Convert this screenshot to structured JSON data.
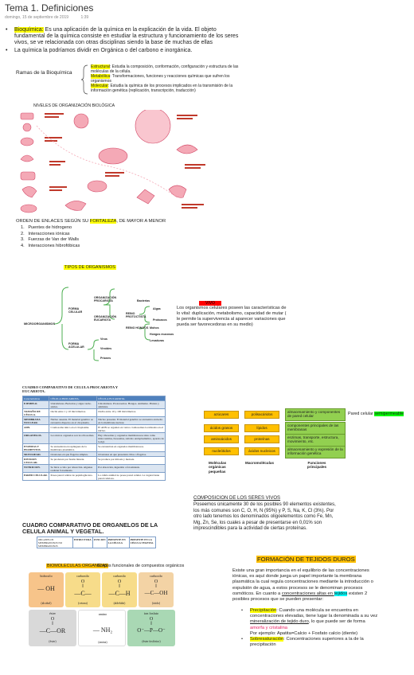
{
  "header": {
    "title": "Tema 1. Definiciones",
    "date": "domingo, 15 de septiembre de 2019",
    "time": "1:39"
  },
  "bullets": {
    "b1_term": "Bioquímica:",
    "b1_text": " Es una aplicación de la química en la explicación de la vida. El objeto fundamental de la química consiste en estudiar la estructura y funcionamiento de los seres vivos, se ve relacionada con otras disciplinas siendo la base de muchas de ellas",
    "b2_text": "La química la podríamos dividir en Orgánica o del carbono e inorgánica."
  },
  "ramas": {
    "label": "Ramas de la Bioquímica",
    "r1_term": "Estructural",
    "r1_text": ": Estudia la composición, conformación, configuración y estructura de las moléculas de la célula.",
    "r2_term": "Metabólica",
    "r2_text": ": Transformaciones, funciones y reacciones químicas que sufren los organismos",
    "r3_term": "Molecular",
    "r3_text": ": Estudia la química de los procesos implicados en la transmisión de la información genética (replicación, transcripción, traducción)"
  },
  "niveles": {
    "title": "NIVELES DE ORGANIZACIÓN BIOLÓGICA"
  },
  "enlaces": {
    "title_pre": "ORDEN DE ENLACES SEGÚN SU ",
    "title_hl": "FORTALEZA",
    "title_post": ", DE MAYOR A MENOR",
    "items": [
      "Puentes de hidrogeno",
      "Interacciones iónicas",
      "Fuerzas de Van der Walls",
      "Interacciones hibrofóbicas"
    ]
  },
  "tipos": {
    "title": "TIPOS DE ORGANISMOS",
    "root": "MICROORGANISMOS",
    "celular": "FORMA CELULAR",
    "acelular": "FORMA ACELULAR",
    "procariota": "ORGANIZACIÓN PROCARIOTA",
    "eucariota": "ORGANIZACIÓN EUCARIOTA",
    "bacterias": "Bacterias",
    "protoctista": "REINO PROTOCTISTA",
    "hongos": "REINO HONGOS",
    "algas": "Algas",
    "protozoos": "Protozoos",
    "mohos": "Mohos",
    "hongos_mucosos": "Hongos mucosos",
    "levaduras": "Levaduras",
    "virus": "Virus",
    "viroides": "Viroides",
    "priones": "Priones"
  },
  "vivo": {
    "label": "VIVO",
    "text": "Los organismos celulares poseen las características de lo vital: duplicación, metabolismo, capacidad de mutar ( le permite la supervivencia al aparecer variaciones que pueda ser favorecedoras en su medio)"
  },
  "cuadro": {
    "title": "CUADRO COMPARATIVO DE CELULA PROCARIOTA Y EUCARIOTA.",
    "headers": [
      "Características",
      "CÉLULA PROCARIOTA.",
      "CÉLULA EUCARIOTA."
    ],
    "rows": [
      [
        "EJEMPLO.",
        "Unicelulares. Bacterias y algas verde-azules.",
        "Unicelulares. Protozoarios. Hongos. Animales. Plantas y animales."
      ],
      [
        "TAMAÑO DE CÉLULA.",
        "Oscila entre 1 y 10 micrómetros.",
        "Oscila entre 10 y 100 micrómetros."
      ],
      [
        "MEMBRANA NUCLEAR.",
        "Núcleo ausente. El material genético se encuentra disperso en el citoplasma.",
        "Núcleo presente. El material genético se encuentra envuelto en la membrana nuclear."
      ],
      [
        "ADN.",
        "Cromosoma único en el citoplasma.",
        "El ADN se organiza en varios cromosomas localizados en el núcleo."
      ],
      [
        "ORGANELOS.",
        "Los únicos organelos son los ribosomas.",
        "Hay ribosomas y organelos membranosos tales como mitocondrias, lisosomas, retículo endoplasmático, aparato de Golgi."
      ],
      [
        "ENZIMAS Y PIGMENTOS.",
        "Se encuentran en repliegues de la membrana plasmática.",
        "Se encuentran en organelos membranosos."
      ],
      [
        "MOVILIDAD.",
        "Ocasiones en que flagelos simples.",
        "Ocasiones en que presentan cilios o flagelos."
      ],
      [
        "DIVISION CELULAR.",
        "Se producen por fusión binaria.",
        "Se produce por mitosis y meiosis."
      ],
      [
        "NUTRICION.",
        "Se lleva a cabo por absorción. Algunas realizan fotosíntesis.",
        "Por absorción, ingestión o fotosíntesis."
      ],
      [
        "PARED CELULAR.",
        "Posee pared celular de peptidoglucano.",
        "La célula animal no posee pared celular. La vegetal tiene pared celulosa."
      ]
    ],
    "title2": "CUADRO COMPARATIVO DE ORGANELOS DE LA CELULA ANIMAL Y VEGETAL.",
    "headers2": [
      "ORGANELOS MEMBRANOSOS NO MEMBRANOSOS",
      "ESTRUCTURA",
      "FUNCION",
      "PRESENTE EN LA CÉLULA",
      "PRESENTE EN LA CÉLULA VEGETAL"
    ]
  },
  "moleculas": {
    "rows": [
      [
        "azúcares",
        "polisacáridos",
        "almacenamiento y componentes de pared celular"
      ],
      [
        "ácidos grasos",
        "lípidos",
        "componentes principales de las membranas"
      ],
      [
        "aminoácidos",
        "proteínas",
        "enzimas, transporte, estructura, movimiento, etc."
      ],
      [
        "nucleótidos",
        "ácidos nucleicos",
        "almacenamiento y expresión de la información genética"
      ]
    ],
    "col1": "Moléculas orgánicas pequeñas",
    "col2": "Macromoléculas",
    "col3": "Funciones principales",
    "pared_pre": "Pared celular ",
    "pared_hl": "semipermeable"
  },
  "composicion": {
    "title": "COMPOSICION DE LOS SERES VIVOS",
    "text": "Poseemos únicamente 30 de los posibles 90 elementos existentes, los más comunes son C, O, H, N (95%) y P, S, Na, K, Cl (3%). Por otro lado tenemos los denominados oligoelementos como Fe, Mn, Mg, Zn, Se, los cuales a pesar de presentarse en 0,01% son imprescindibles para la actividad de ciertas proteínas."
  },
  "biomoleculas": {
    "label": "BIOMOLECULAS ORGANICAS",
    "subtitle": "Grupos funcionales de compuestos orgánicos",
    "groups": [
      {
        "name": "hidroxilo",
        "formula": "— OH",
        "foot": "(alcohol)",
        "color": "#f7c48a"
      },
      {
        "name": "carbonilo",
        "formula": "—C—",
        "foot": "(cetona)",
        "color": "#f7dc8a"
      },
      {
        "name": "carbonilo",
        "formula": "—C—H",
        "foot": "(aldehído)",
        "color": "#f7dc8a"
      },
      {
        "name": "carboxilo",
        "formula": "—C—OH",
        "foot": "(ácido)",
        "color": "#f3d3a5"
      },
      {
        "name": "éster",
        "formula": "—C—OR",
        "foot": "(éster)",
        "color": "#d9d9d9"
      },
      {
        "name": "amino",
        "formula": "— NH₂",
        "foot": "(amina)",
        "color": "#ffffff"
      },
      {
        "name": "ion fosfato",
        "formula": "O⁻—P—O⁻",
        "foot": "(éster fosfórico)",
        "color": "#a9d8b4"
      }
    ]
  },
  "tejidos": {
    "title": "FORMACIÓN DE TEJIDOS DUROS",
    "intro_pre": "Existe una gran importancia en el equilibrio de las concentraciones iónicas, es aquí donde juega un papel importante la membrana plasmática la cual regula concentraciones mediante la introducción o expulsión de agua, a estos procesos se le denominan procesos osmóticos. En cuanto a ",
    "intro_u": "concentraciones altas en ",
    "intro_hl": "tejidos",
    "intro_post": " existen 2 posibles procesos que se pueden presentar:",
    "p1_term": "Precipitación",
    "p1_text": ": Cuando una molécula se encuentra en concentraciones elevadas, tiene lugar la denominada a su vez ",
    "p1_u": "mineralización de tejido duro",
    "p1_text2": ", lo que puede ser de forma ",
    "p1_red": "amorfa y cristalina",
    "p1_ex": "Por ejemplo: Apatita=Calcio + Fosfato calcio (diente)",
    "p2_term": "Sobresaturación",
    "p2_text": ": Concentraciones superiores a la de la precipitación"
  }
}
